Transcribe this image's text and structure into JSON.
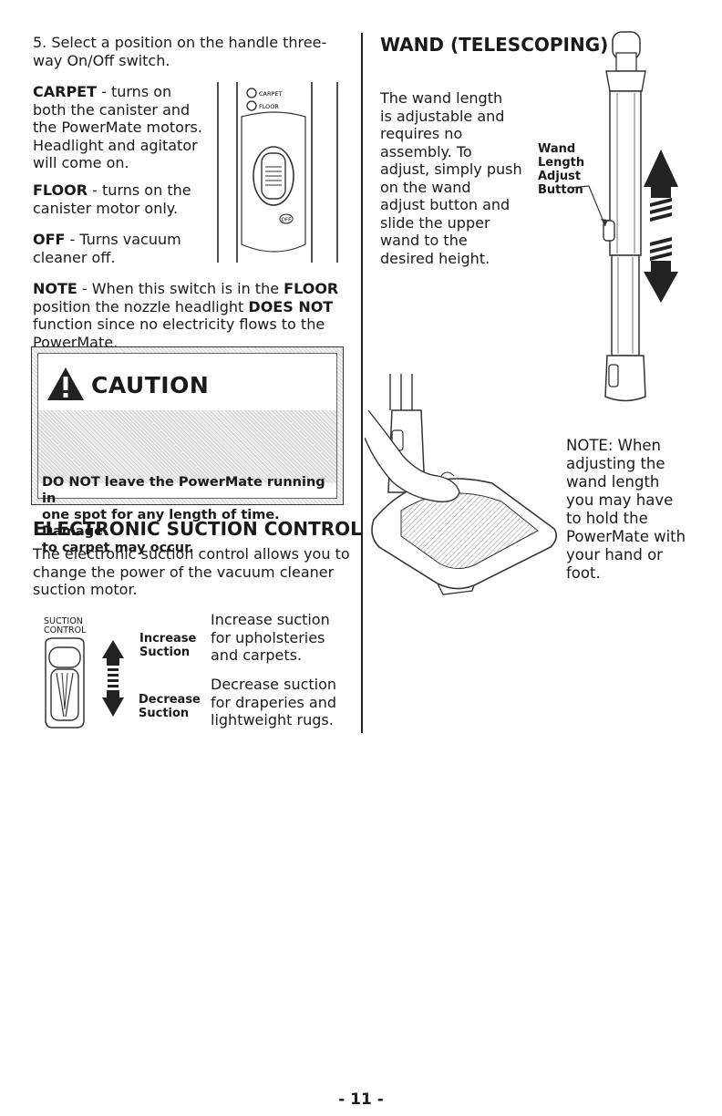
{
  "left": {
    "step5": [
      "5. Select a position on the handle three-",
      "way On/Off switch."
    ],
    "carpet": {
      "term": "CARPET",
      "lines": [
        " - turns on",
        "both the canister and",
        "the PowerMate motors.",
        "Headlight and agitator",
        "will come on."
      ]
    },
    "floor": {
      "term": "FLOOR",
      "lines": [
        " - turns on the",
        "canister motor only."
      ]
    },
    "off": {
      "term": "OFF",
      "lines": [
        " - Turns vacuum",
        "cleaner off."
      ]
    },
    "switch_labels": {
      "carpet": "CARPET",
      "floor": "FLOOR",
      "off": "OFF"
    },
    "note": {
      "term": "NOTE",
      "line1": " - When this switch is in the ",
      "floor": "FLOOR",
      "line2a": "position the nozzle headlight ",
      "does_not": "DOES NOT",
      "line3": "function since no electricity flows to the",
      "line4": "PowerMate."
    },
    "caution": {
      "title": "CAUTION",
      "lines": [
        "DO NOT leave the PowerMate running in",
        "one spot for any length of time. Damage",
        "to carpet may occur."
      ]
    },
    "esc": {
      "heading": "ELECTRONIC SUCTION CONTROL",
      "body": [
        "The electronic suction control allows you to",
        "change the power of the vacuum cleaner",
        "suction motor."
      ],
      "suction_label": [
        "SUCTION",
        "CONTROL"
      ],
      "increase_label": [
        "Increase",
        "Suction"
      ],
      "decrease_label": [
        "Decrease",
        "Suction"
      ],
      "increase_desc": [
        "Increase suction",
        "for upholsteries",
        "and carpets."
      ],
      "decrease_desc": [
        "Decrease suction",
        "for draperies and",
        "lightweight rugs."
      ]
    }
  },
  "right": {
    "heading": "WAND (TELESCOPING)",
    "body": [
      "The wand length",
      "is adjustable and",
      "requires no",
      "assembly. To",
      "adjust, simply push",
      "on the wand",
      "adjust button and",
      "slide the upper",
      "wand to the",
      "desired height."
    ],
    "button_label": [
      "Wand",
      "Length",
      "Adjust",
      "Button"
    ],
    "note": [
      "NOTE: When",
      "adjusting the",
      "wand length",
      "you may have",
      "to hold the",
      "PowerMate with",
      "your hand or",
      "foot."
    ]
  },
  "page_number": "- 11 -"
}
